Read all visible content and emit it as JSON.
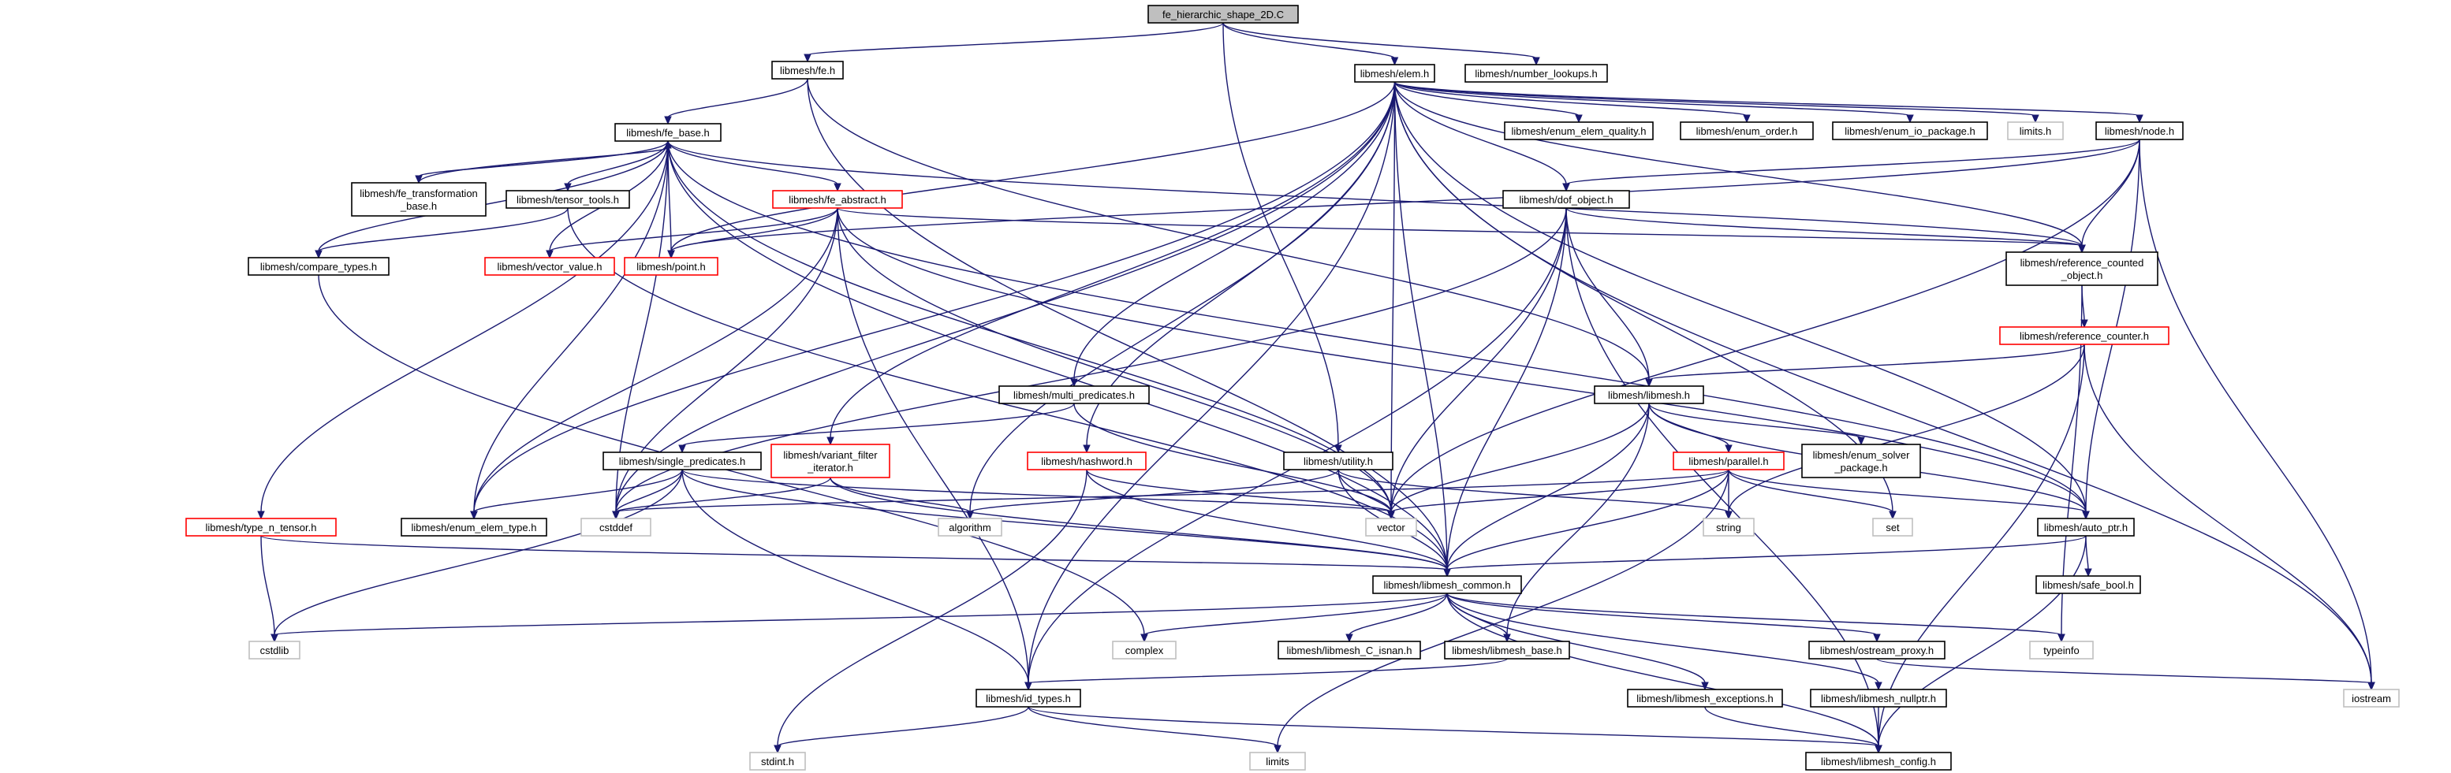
{
  "diagram": {
    "colors": {
      "edge": "#191970",
      "root_fill": "#bfbfbf",
      "root_border": "#000000",
      "normal_border": "#000000",
      "expandable_border": "#ff0000",
      "system_border": "#bfbfbf",
      "fill": "#ffffff",
      "text": "#000000"
    },
    "nodes": [
      {
        "id": "root",
        "label": "fe_hierarchic_shape_2D.C",
        "kind": "root"
      },
      {
        "id": "fe",
        "label": "libmesh/fe.h",
        "kind": "normal"
      },
      {
        "id": "elem",
        "label": "libmesh/elem.h",
        "kind": "normal"
      },
      {
        "id": "number_lookups",
        "label": "libmesh/number_lookups.h",
        "kind": "normal"
      },
      {
        "id": "fe_base",
        "label": "libmesh/fe_base.h",
        "kind": "normal"
      },
      {
        "id": "enum_elem_quality",
        "label": "libmesh/enum_elem_quality.h",
        "kind": "normal"
      },
      {
        "id": "enum_order",
        "label": "libmesh/enum_order.h",
        "kind": "normal"
      },
      {
        "id": "enum_io_package",
        "label": "libmesh/enum_io_package.h",
        "kind": "normal"
      },
      {
        "id": "limits_h",
        "label": "limits.h",
        "kind": "system"
      },
      {
        "id": "node",
        "label": "libmesh/node.h",
        "kind": "normal"
      },
      {
        "id": "fe_transformation_base",
        "label": [
          "libmesh/fe_transformation",
          "_base.h"
        ],
        "kind": "normal"
      },
      {
        "id": "tensor_tools",
        "label": "libmesh/tensor_tools.h",
        "kind": "normal"
      },
      {
        "id": "fe_abstract",
        "label": "libmesh/fe_abstract.h",
        "kind": "expandable"
      },
      {
        "id": "dof_object",
        "label": "libmesh/dof_object.h",
        "kind": "normal"
      },
      {
        "id": "compare_types",
        "label": "libmesh/compare_types.h",
        "kind": "normal"
      },
      {
        "id": "vector_value",
        "label": "libmesh/vector_value.h",
        "kind": "expandable"
      },
      {
        "id": "point",
        "label": "libmesh/point.h",
        "kind": "expandable"
      },
      {
        "id": "reference_counted_object",
        "label": [
          "libmesh/reference_counted",
          "_object.h"
        ],
        "kind": "normal"
      },
      {
        "id": "reference_counter",
        "label": "libmesh/reference_counter.h",
        "kind": "expandable"
      },
      {
        "id": "libmesh_h",
        "label": "libmesh/libmesh.h",
        "kind": "normal"
      },
      {
        "id": "multi_predicates",
        "label": "libmesh/multi_predicates.h",
        "kind": "normal"
      },
      {
        "id": "single_predicates",
        "label": "libmesh/single_predicates.h",
        "kind": "normal"
      },
      {
        "id": "variant_filter_iterator",
        "label": [
          "libmesh/variant_filter",
          "_iterator.h"
        ],
        "kind": "expandable"
      },
      {
        "id": "hashword",
        "label": "libmesh/hashword.h",
        "kind": "expandable"
      },
      {
        "id": "utility",
        "label": "libmesh/utility.h",
        "kind": "normal"
      },
      {
        "id": "parallel",
        "label": "libmesh/parallel.h",
        "kind": "expandable"
      },
      {
        "id": "enum_solver_package",
        "label": [
          "libmesh/enum_solver",
          "_package.h"
        ],
        "kind": "normal"
      },
      {
        "id": "type_n_tensor",
        "label": "libmesh/type_n_tensor.h",
        "kind": "expandable"
      },
      {
        "id": "enum_elem_type",
        "label": "libmesh/enum_elem_type.h",
        "kind": "normal"
      },
      {
        "id": "cstddef",
        "label": "cstddef",
        "kind": "system"
      },
      {
        "id": "algorithm",
        "label": "algorithm",
        "kind": "system"
      },
      {
        "id": "vector",
        "label": "vector",
        "kind": "system"
      },
      {
        "id": "string",
        "label": "string",
        "kind": "system"
      },
      {
        "id": "set",
        "label": "set",
        "kind": "system"
      },
      {
        "id": "auto_ptr",
        "label": "libmesh/auto_ptr.h",
        "kind": "normal"
      },
      {
        "id": "libmesh_common",
        "label": "libmesh/libmesh_common.h",
        "kind": "normal"
      },
      {
        "id": "safe_bool",
        "label": "libmesh/safe_bool.h",
        "kind": "normal"
      },
      {
        "id": "cstdlib",
        "label": "cstdlib",
        "kind": "system"
      },
      {
        "id": "complex",
        "label": "complex",
        "kind": "system"
      },
      {
        "id": "libmesh_c_isnan",
        "label": "libmesh/libmesh_C_isnan.h",
        "kind": "normal"
      },
      {
        "id": "libmesh_base",
        "label": "libmesh/libmesh_base.h",
        "kind": "normal"
      },
      {
        "id": "ostream_proxy",
        "label": "libmesh/ostream_proxy.h",
        "kind": "normal"
      },
      {
        "id": "typeinfo",
        "label": "typeinfo",
        "kind": "system"
      },
      {
        "id": "iostream",
        "label": "iostream",
        "kind": "system"
      },
      {
        "id": "libmesh_exceptions",
        "label": "libmesh/libmesh_exceptions.h",
        "kind": "normal"
      },
      {
        "id": "libmesh_nullptr",
        "label": "libmesh/libmesh_nullptr.h",
        "kind": "normal"
      },
      {
        "id": "id_types",
        "label": "libmesh/id_types.h",
        "kind": "normal"
      },
      {
        "id": "stdint",
        "label": "stdint.h",
        "kind": "system"
      },
      {
        "id": "limits",
        "label": "limits",
        "kind": "system"
      },
      {
        "id": "libmesh_config",
        "label": "libmesh/libmesh_config.h",
        "kind": "normal"
      }
    ],
    "edges": [
      [
        "root",
        "fe"
      ],
      [
        "root",
        "elem"
      ],
      [
        "root",
        "number_lookups"
      ],
      [
        "root",
        "utility"
      ],
      [
        "fe",
        "fe_base"
      ],
      [
        "fe",
        "libmesh_h"
      ],
      [
        "fe",
        "libmesh_common"
      ],
      [
        "elem",
        "enum_elem_quality"
      ],
      [
        "elem",
        "enum_order"
      ],
      [
        "elem",
        "enum_io_package"
      ],
      [
        "elem",
        "limits_h"
      ],
      [
        "elem",
        "node"
      ],
      [
        "elem",
        "dof_object"
      ],
      [
        "elem",
        "reference_counted_object"
      ],
      [
        "elem",
        "multi_predicates"
      ],
      [
        "elem",
        "variant_filter_iterator"
      ],
      [
        "elem",
        "hashword"
      ],
      [
        "elem",
        "vector"
      ],
      [
        "elem",
        "algorithm"
      ],
      [
        "elem",
        "cstddef"
      ],
      [
        "elem",
        "auto_ptr"
      ],
      [
        "elem",
        "libmesh_common"
      ],
      [
        "elem",
        "set"
      ],
      [
        "elem",
        "iostream"
      ],
      [
        "elem",
        "point"
      ],
      [
        "elem",
        "id_types"
      ],
      [
        "elem",
        "enum_elem_type"
      ],
      [
        "fe_base",
        "fe_transformation_base"
      ],
      [
        "fe_base",
        "tensor_tools"
      ],
      [
        "fe_base",
        "fe_abstract"
      ],
      [
        "fe_base",
        "compare_types"
      ],
      [
        "fe_base",
        "vector_value"
      ],
      [
        "fe_base",
        "point"
      ],
      [
        "fe_base",
        "type_n_tensor"
      ],
      [
        "fe_base",
        "enum_elem_type"
      ],
      [
        "fe_base",
        "cstddef"
      ],
      [
        "fe_base",
        "vector"
      ],
      [
        "fe_base",
        "libmesh_common"
      ],
      [
        "fe_base",
        "reference_counted_object"
      ],
      [
        "fe_base",
        "auto_ptr"
      ],
      [
        "fe_transformation_base",
        "fe_base"
      ],
      [
        "tensor_tools",
        "compare_types"
      ],
      [
        "tensor_tools",
        "libmesh_common"
      ],
      [
        "fe_abstract",
        "vector_value"
      ],
      [
        "fe_abstract",
        "point"
      ],
      [
        "fe_abstract",
        "enum_elem_type"
      ],
      [
        "fe_abstract",
        "reference_counted_object"
      ],
      [
        "fe_abstract",
        "cstddef"
      ],
      [
        "fe_abstract",
        "vector"
      ],
      [
        "fe_abstract",
        "auto_ptr"
      ],
      [
        "fe_abstract",
        "id_types"
      ],
      [
        "compare_types",
        "complex"
      ],
      [
        "node",
        "dof_object"
      ],
      [
        "node",
        "reference_counted_object"
      ],
      [
        "node",
        "auto_ptr"
      ],
      [
        "node",
        "iostream"
      ],
      [
        "node",
        "vector"
      ],
      [
        "node",
        "point"
      ],
      [
        "dof_object",
        "reference_counted_object"
      ],
      [
        "dof_object",
        "libmesh_h"
      ],
      [
        "dof_object",
        "libmesh_common"
      ],
      [
        "dof_object",
        "id_types"
      ],
      [
        "dof_object",
        "vector"
      ],
      [
        "dof_object",
        "cstddef"
      ],
      [
        "dof_object",
        "libmesh_config"
      ],
      [
        "reference_counted_object",
        "reference_counter"
      ],
      [
        "reference_counted_object",
        "typeinfo"
      ],
      [
        "reference_counter",
        "libmesh_h"
      ],
      [
        "reference_counter",
        "string"
      ],
      [
        "reference_counter",
        "iostream"
      ],
      [
        "reference_counter",
        "libmesh_config"
      ],
      [
        "libmesh_h",
        "parallel"
      ],
      [
        "libmesh_h",
        "enum_solver_package"
      ],
      [
        "libmesh_h",
        "libmesh_common"
      ],
      [
        "libmesh_h",
        "libmesh_base"
      ],
      [
        "libmesh_h",
        "vector"
      ],
      [
        "libmesh_h",
        "auto_ptr"
      ],
      [
        "multi_predicates",
        "single_predicates"
      ],
      [
        "multi_predicates",
        "vector"
      ],
      [
        "single_predicates",
        "enum_elem_type"
      ],
      [
        "single_predicates",
        "cstddef"
      ],
      [
        "single_predicates",
        "vector"
      ],
      [
        "single_predicates",
        "libmesh_common"
      ],
      [
        "single_predicates",
        "id_types"
      ],
      [
        "single_predicates",
        "cstdlib"
      ],
      [
        "variant_filter_iterator",
        "cstddef"
      ],
      [
        "variant_filter_iterator",
        "algorithm"
      ],
      [
        "variant_filter_iterator",
        "libmesh_common"
      ],
      [
        "hashword",
        "vector"
      ],
      [
        "hashword",
        "libmesh_common"
      ],
      [
        "hashword",
        "stdint"
      ],
      [
        "utility",
        "libmesh_common"
      ],
      [
        "utility",
        "vector"
      ],
      [
        "utility",
        "string"
      ],
      [
        "utility",
        "algorithm"
      ],
      [
        "parallel",
        "libmesh_common"
      ],
      [
        "parallel",
        "vector"
      ],
      [
        "parallel",
        "string"
      ],
      [
        "parallel",
        "set"
      ],
      [
        "parallel",
        "auto_ptr"
      ],
      [
        "parallel",
        "cstddef"
      ],
      [
        "parallel",
        "limits"
      ],
      [
        "type_n_tensor",
        "libmesh_common"
      ],
      [
        "type_n_tensor",
        "cstdlib"
      ],
      [
        "auto_ptr",
        "libmesh_common"
      ],
      [
        "auto_ptr",
        "safe_bool"
      ],
      [
        "auto_ptr",
        "libmesh_config"
      ],
      [
        "libmesh_common",
        "libmesh_c_isnan"
      ],
      [
        "libmesh_common",
        "libmesh_base"
      ],
      [
        "libmesh_common",
        "ostream_proxy"
      ],
      [
        "libmesh_common",
        "cstdlib"
      ],
      [
        "libmesh_common",
        "complex"
      ],
      [
        "libmesh_common",
        "typeinfo"
      ],
      [
        "libmesh_common",
        "libmesh_exceptions"
      ],
      [
        "libmesh_common",
        "libmesh_nullptr"
      ],
      [
        "libmesh_common",
        "libmesh_config"
      ],
      [
        "libmesh_base",
        "id_types"
      ],
      [
        "ostream_proxy",
        "iostream"
      ],
      [
        "libmesh_exceptions",
        "libmesh_config"
      ],
      [
        "libmesh_nullptr",
        "libmesh_config"
      ],
      [
        "id_types",
        "stdint"
      ],
      [
        "id_types",
        "limits"
      ],
      [
        "id_types",
        "libmesh_config"
      ]
    ]
  }
}
